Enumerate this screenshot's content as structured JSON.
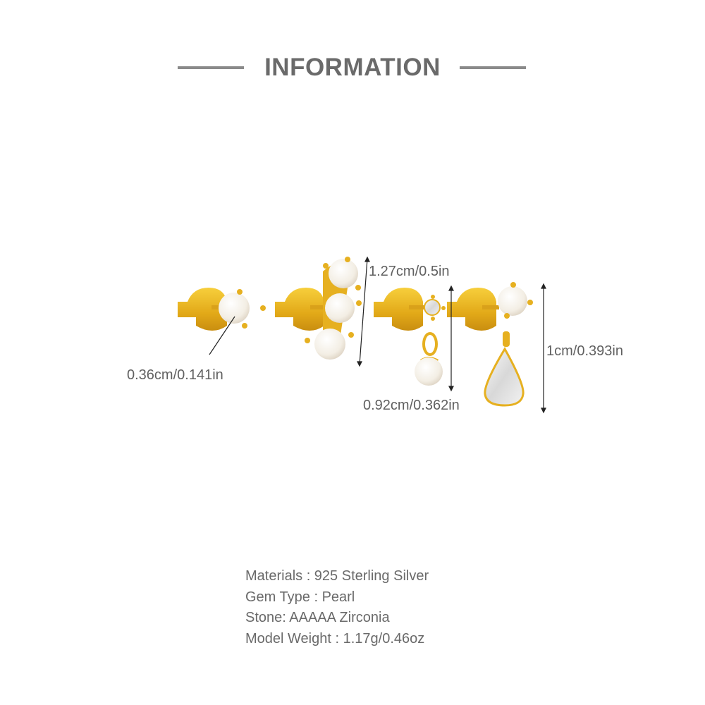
{
  "header": {
    "title": "INFORMATION"
  },
  "dimensions": {
    "pearl_stud": "0.36cm/0.141in",
    "triple_pearl": "1.27cm/0.5in",
    "pearl_drop": "0.92cm/0.362in",
    "zircon_drop": "1cm/0.393in"
  },
  "specs": [
    "Materials : 925 Sterling Silver",
    "Gem Type : Pearl",
    "Stone: AAAAA Zirconia",
    "Model Weight : 1.17g/0.46oz"
  ],
  "colors": {
    "gold": "#e8b422",
    "pearl": "#f6f2ea",
    "text": "#606060"
  }
}
